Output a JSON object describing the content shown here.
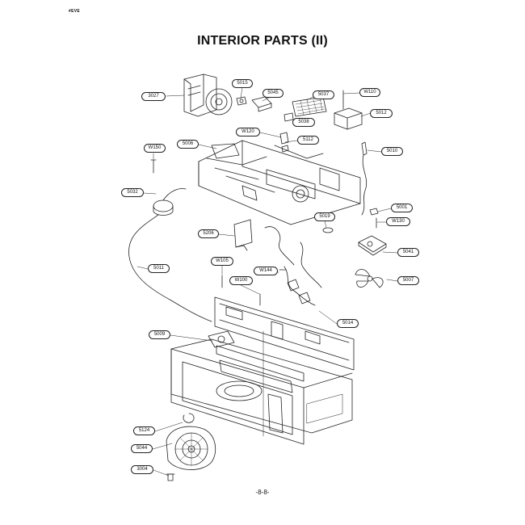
{
  "header": {
    "corner_code": "#EVE"
  },
  "title": "INTERIOR PARTS (II)",
  "page_number": "-8-8-",
  "callouts": {
    "c3027": "3027",
    "c5015": "5015",
    "c5045": "5045",
    "c5037": "5037",
    "cW110a": "W110",
    "c5012": "5012",
    "c5038": "5038",
    "cW120": "W120",
    "c5112": "5112",
    "c5006": "5006",
    "cW150": "W150",
    "c5010": "5010",
    "c5032": "5032",
    "c5001": "5001",
    "c5019": "5019",
    "cW130": "W130",
    "c5206": "5206",
    "c5041": "5041",
    "c5011": "5011",
    "cW105": "W105",
    "cW144": "W144",
    "cW100": "W100",
    "c5007": "5007",
    "c5014": "5014",
    "c5009": "5009",
    "c5124": "5124",
    "c5044": "5044",
    "c3004": "3004"
  }
}
